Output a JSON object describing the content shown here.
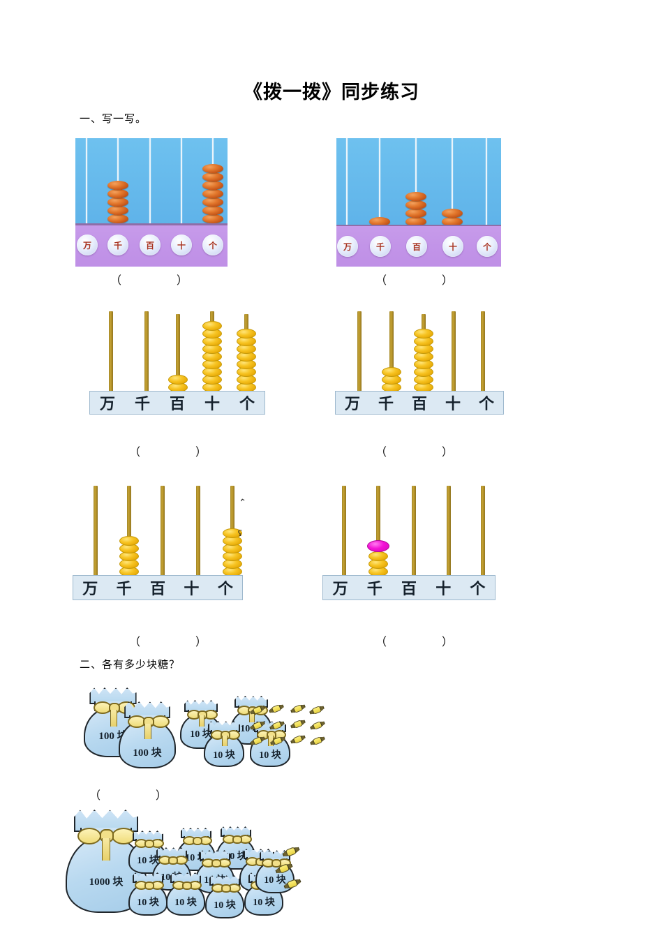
{
  "document": {
    "title": "《拨一拨》同步练习",
    "sections": [
      {
        "id": "sec1",
        "heading": "一、写一写。"
      },
      {
        "id": "sec2",
        "heading": "二、各有多少块糖？"
      }
    ]
  },
  "place_value_labels": [
    "万",
    "千",
    "百",
    "十",
    "个"
  ],
  "answer_blank": {
    "open": "（",
    "close": "）"
  },
  "abacuses": [
    {
      "id": "abacus-1",
      "style": "digital",
      "bead_color": "#d2691e",
      "labels": [
        "万",
        "千",
        "百",
        "十",
        "个"
      ],
      "beads": [
        0,
        5,
        0,
        0,
        7
      ],
      "answer": ""
    },
    {
      "id": "abacus-2",
      "style": "digital",
      "bead_color": "#d2691e",
      "labels": [
        "万",
        "千",
        "百",
        "十",
        "个"
      ],
      "beads": [
        0,
        1,
        4,
        2,
        0
      ],
      "answer": ""
    },
    {
      "id": "abacus-3",
      "style": "wooden",
      "bead_color": "#f7c423",
      "labels": [
        "万",
        "千",
        "百",
        "十",
        "个"
      ],
      "beads": [
        0,
        0,
        2,
        9,
        8
      ],
      "answer": ""
    },
    {
      "id": "abacus-4",
      "style": "wooden",
      "bead_color": "#f7c423",
      "labels": [
        "万",
        "千",
        "百",
        "十",
        "个"
      ],
      "beads": [
        0,
        3,
        8,
        0,
        0
      ],
      "answer": ""
    },
    {
      "id": "abacus-5",
      "style": "wooden",
      "bead_color": "#f7c423",
      "labels": [
        "万",
        "千",
        "百",
        "十",
        "个"
      ],
      "beads": [
        0,
        5,
        0,
        0,
        6
      ],
      "answer": ""
    },
    {
      "id": "abacus-6",
      "style": "wooden",
      "bead_color": "#f7c423",
      "highlight_color": "#f312d6",
      "labels": [
        "万",
        "千",
        "百",
        "十",
        "个"
      ],
      "beads": [
        0,
        4,
        0,
        0,
        0
      ],
      "highlighted_bead": {
        "rod": 1,
        "index": 0
      },
      "answer": ""
    }
  ],
  "candy_groups": [
    {
      "id": "candy-group-1",
      "bags": [
        {
          "label": "100 块",
          "size": "large"
        },
        {
          "label": "100 块",
          "size": "large"
        },
        {
          "label": "10 块",
          "size": "small"
        },
        {
          "label": "10 块",
          "size": "small"
        },
        {
          "label": "10 块",
          "size": "small"
        },
        {
          "label": "10 块",
          "size": "small"
        }
      ],
      "loose_candy_count": 12,
      "answer": ""
    },
    {
      "id": "candy-group-2",
      "bags": [
        {
          "label": "1000 块",
          "size": "xlarge"
        },
        {
          "label": "10 块",
          "size": "small"
        },
        {
          "label": "10 块",
          "size": "small"
        },
        {
          "label": "10 块",
          "size": "small"
        },
        {
          "label": "10 块",
          "size": "small"
        },
        {
          "label": "10 块",
          "size": "small"
        },
        {
          "label": "10 块",
          "size": "small"
        },
        {
          "label": "10 块",
          "size": "small"
        },
        {
          "label": "10 块",
          "size": "small"
        },
        {
          "label": "10 块",
          "size": "small"
        },
        {
          "label": "10 块",
          "size": "small"
        },
        {
          "label": "10 块",
          "size": "small"
        }
      ],
      "loose_candy_count": 3,
      "answer": ""
    }
  ]
}
